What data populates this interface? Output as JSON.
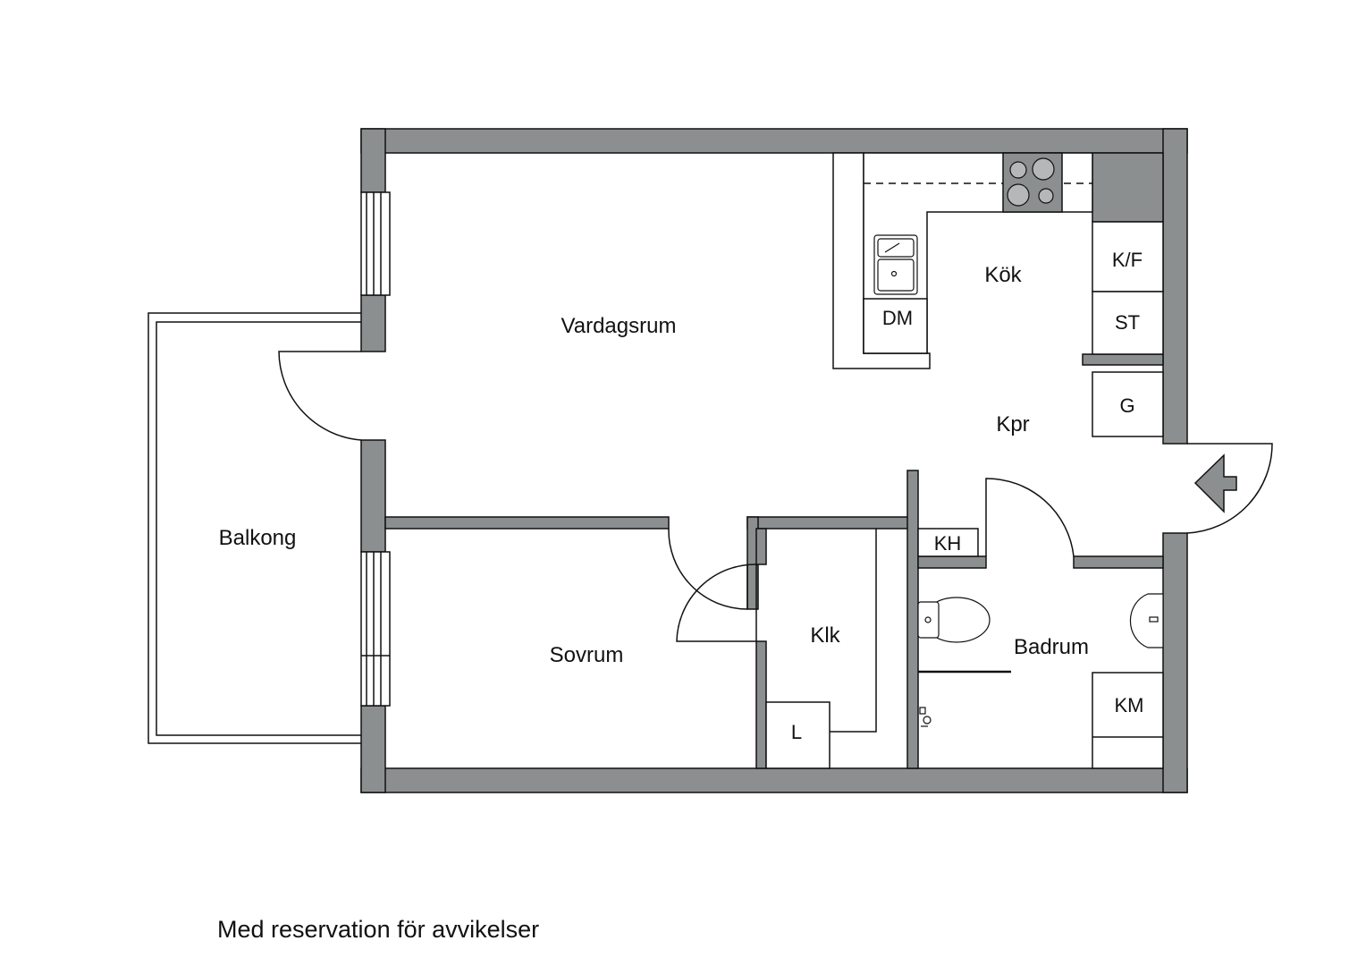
{
  "rooms": {
    "vardagsrum": "Vardagsrum",
    "kok": "Kök",
    "kpr": "Kpr",
    "balkong": "Balkong",
    "sovrum": "Sovrum",
    "klk": "Klk",
    "badrum": "Badrum"
  },
  "fixtures": {
    "kf": "K/F",
    "st": "ST",
    "dm": "DM",
    "g": "G",
    "kh": "KH",
    "km": "KM",
    "l": "L"
  },
  "footer": {
    "disclaimer": "Med reservation för avvikelser"
  },
  "colors": {
    "wall": "#8c8f8f",
    "line": "#111111",
    "background": "#ffffff"
  },
  "icons": {
    "entrance": "entrance-arrow-icon",
    "stove": "stove-icon",
    "sink": "sink-icon",
    "toilet": "toilet-icon",
    "washbasin": "washbasin-icon",
    "shower": "shower-icon"
  }
}
